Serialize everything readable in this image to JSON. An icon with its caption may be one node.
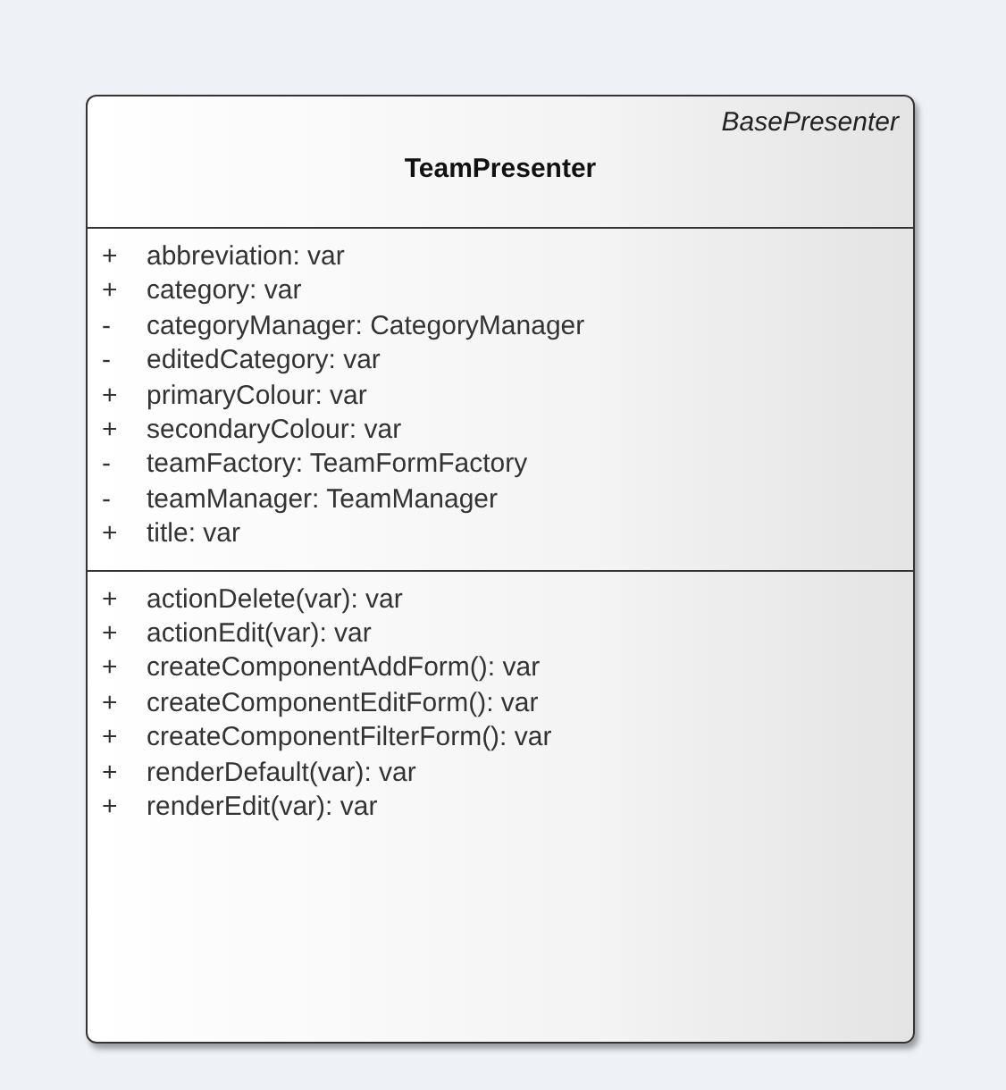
{
  "diagram": {
    "nodes": [
      {
        "text": [
          "BasePresenter",
          "TeamPresenter",
          "+ abbreviation: var",
          "+ category: var",
          "- categoryManager: CategoryManager",
          "- editedCategory: var",
          "+ primaryColour: var",
          "+ secondaryColour: var",
          "- teamFactory: TeamFormFactory",
          "- teamManager: TeamManager",
          "+ title: var",
          "+ actionDelete(var): var",
          "+ actionEdit(var): var",
          "+ createComponentAddForm(): var",
          "+ createComponentEditForm(): var",
          "+ createComponentFilterForm(): var",
          "+ renderDefault(var): var",
          "+ renderEdit(var): var"
        ]
      }
    ]
  }
}
